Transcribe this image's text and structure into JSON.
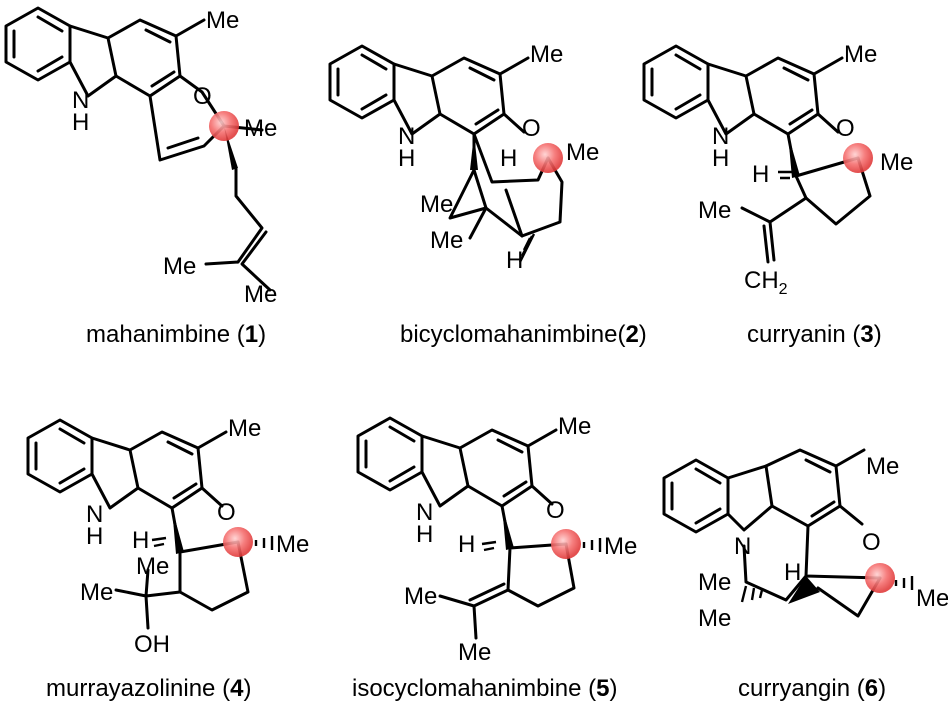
{
  "accent": "#f05050",
  "atoms": {
    "me": "Me",
    "nh_n": "N",
    "nh_h": "H",
    "h": "H",
    "o": "O",
    "oh": "OH",
    "n": "N",
    "ch2": "CH",
    "ch2_sub": "2"
  },
  "compounds": [
    {
      "name": "mahanimbine (",
      "number": "1",
      "close": ")"
    },
    {
      "name": "bicyclomahanimbine(",
      "number": "2",
      "close": ")"
    },
    {
      "name": "curryanin (",
      "number": "3",
      "close": ")"
    },
    {
      "name": "murrayazolinine (",
      "number": "4",
      "close": ")"
    },
    {
      "name": "isocyclomahanimbine (",
      "number": "5",
      "close": ")"
    },
    {
      "name": "curryangin (",
      "number": "6",
      "close": ")"
    }
  ]
}
